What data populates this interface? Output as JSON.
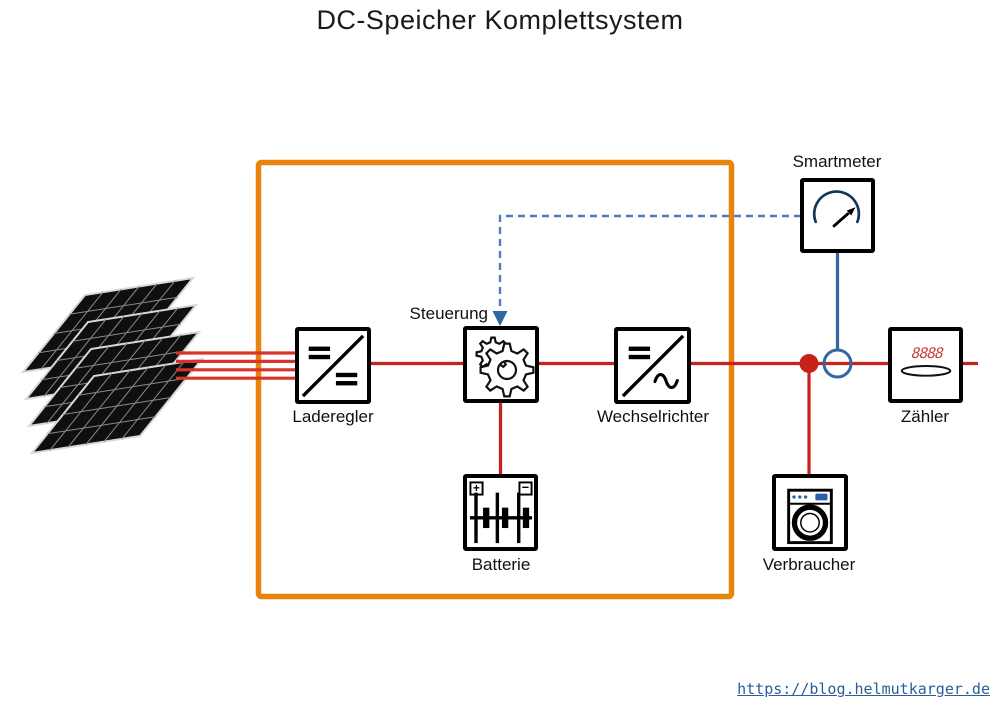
{
  "title": "DC-Speicher Komplettsystem",
  "footer": {
    "url": "https://blog.helmutkarger.de"
  },
  "nodes": {
    "laderegler": {
      "label": "Laderegler"
    },
    "steuerung": {
      "label": "Steuerung"
    },
    "wechselrichter": {
      "label": "Wechselrichter"
    },
    "batterie": {
      "label": "Batterie",
      "plus": "+",
      "minus": "−"
    },
    "smartmeter": {
      "label": "Smartmeter"
    },
    "zaehler": {
      "label": "Zähler",
      "display": "8888"
    },
    "verbraucher": {
      "label": "Verbraucher"
    }
  },
  "colors": {
    "dc_wire_red": "#C8211A",
    "pv_wire_red": "#D8342A",
    "system_boundary_orange": "#E8830C",
    "signal_blue": "#3465A4",
    "dashed_signal_blue": "#4F7DBF",
    "meter_display_red": "#C8403A",
    "url_blue": "#2A6099"
  }
}
